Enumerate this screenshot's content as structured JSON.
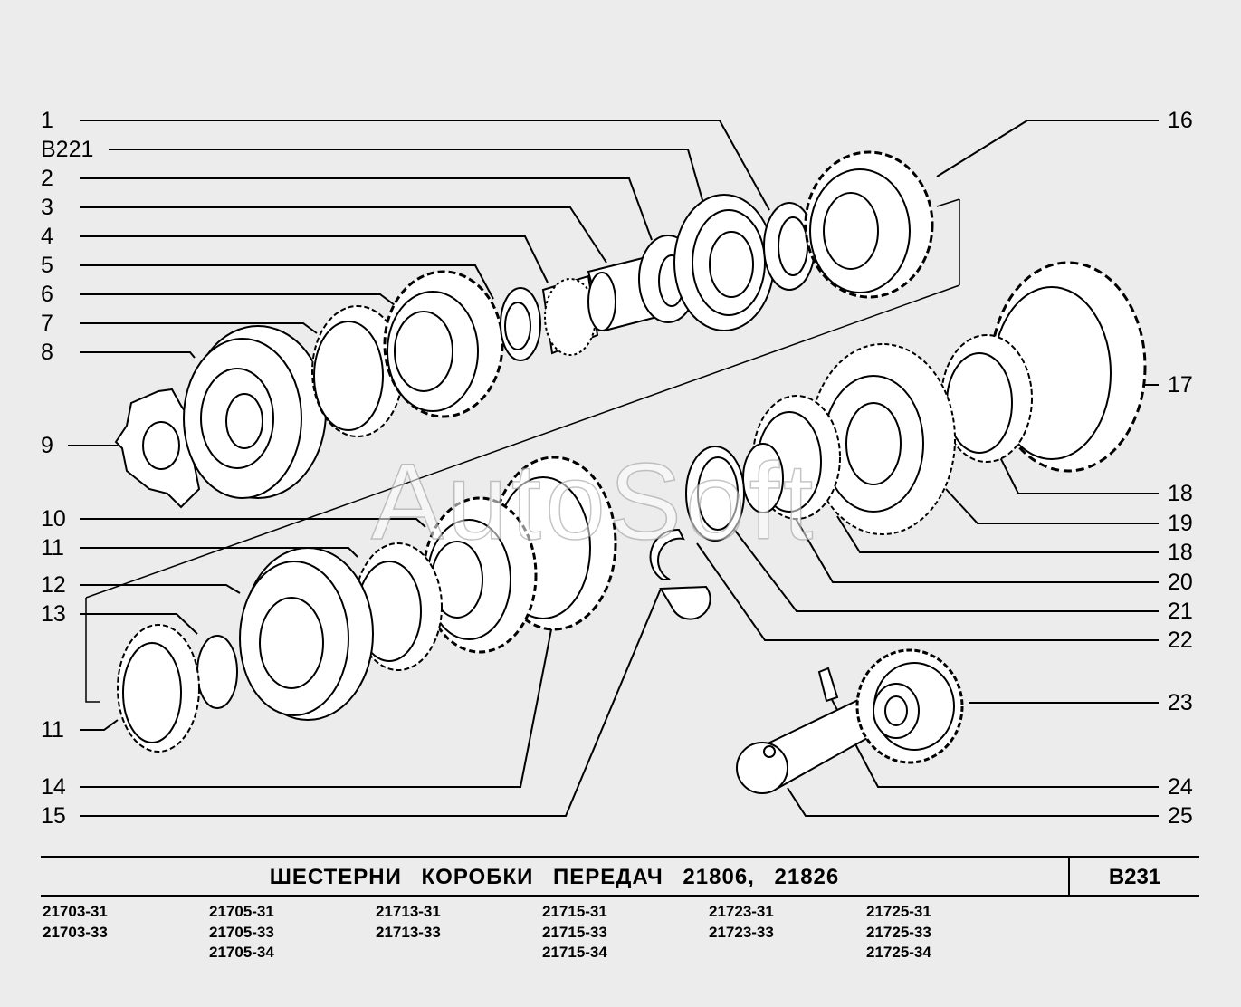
{
  "callouts": {
    "left": [
      "1",
      "B221",
      "2",
      "3",
      "4",
      "5",
      "6",
      "7",
      "8",
      "9",
      "10",
      "11",
      "12",
      "13",
      "11",
      "14",
      "15"
    ],
    "right": [
      "16",
      "17",
      "18",
      "19",
      "18",
      "20",
      "21",
      "22",
      "23",
      "24",
      "25"
    ]
  },
  "watermark": "AutoSoft",
  "title": "ШЕСТЕРНИ   КОРОБКИ   ПЕРЕДАЧ   21806,  21826",
  "page_code": "B231",
  "models": [
    [
      "21703-31",
      "21703-33"
    ],
    [
      "21705-31",
      "21705-33",
      "21705-34"
    ],
    [
      "21713-31",
      "21713-33"
    ],
    [
      "21715-31",
      "21715-33",
      "21715-34"
    ],
    [
      "21723-31",
      "21723-33"
    ],
    [
      "21725-31",
      "21725-33",
      "21725-34"
    ]
  ]
}
